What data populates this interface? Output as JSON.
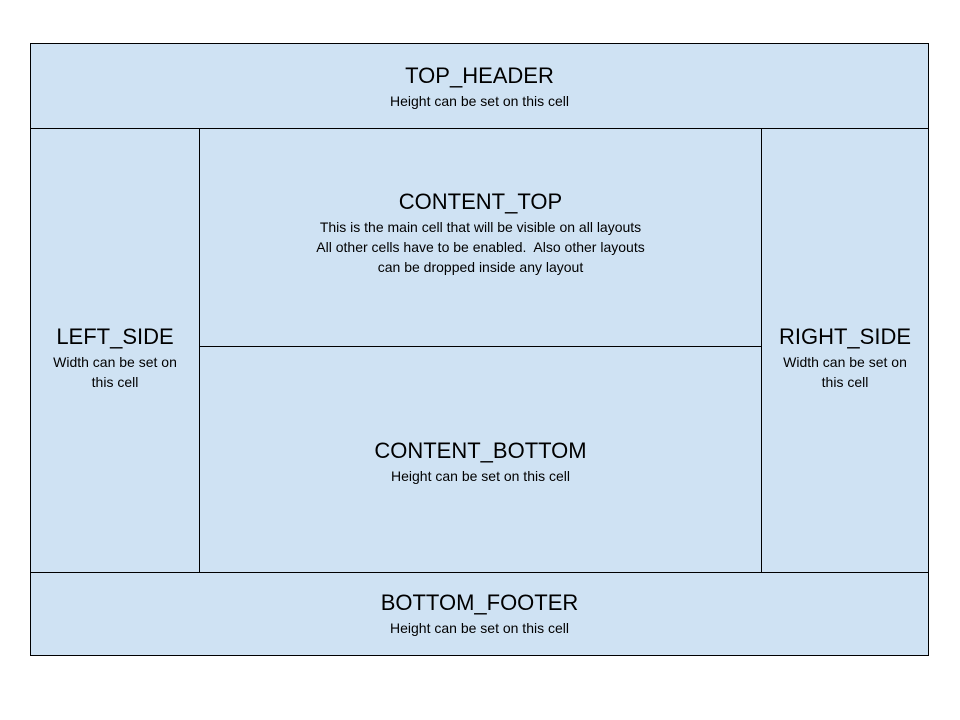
{
  "cells": {
    "top_header": {
      "title": "TOP_HEADER",
      "desc": [
        "Height can be set on this cell"
      ]
    },
    "left_side": {
      "title": "LEFT_SIDE",
      "desc": [
        "Width can be set on",
        "this cell"
      ]
    },
    "content_top": {
      "title": "CONTENT_TOP",
      "desc": [
        "This is the main cell that will be visible on all layouts",
        "All other cells have to be enabled.  Also other layouts",
        "can be dropped inside any layout"
      ]
    },
    "content_bottom": {
      "title": "CONTENT_BOTTOM",
      "desc": [
        "Height can be set on this cell"
      ]
    },
    "right_side": {
      "title": "RIGHT_SIDE",
      "desc": [
        "Width can be set on",
        "this cell"
      ]
    },
    "bottom_footer": {
      "title": "BOTTOM_FOOTER",
      "desc": [
        "Height can be set on this cell"
      ]
    }
  },
  "colors": {
    "cell_fill": "#cfe2f3",
    "border": "#000000"
  }
}
